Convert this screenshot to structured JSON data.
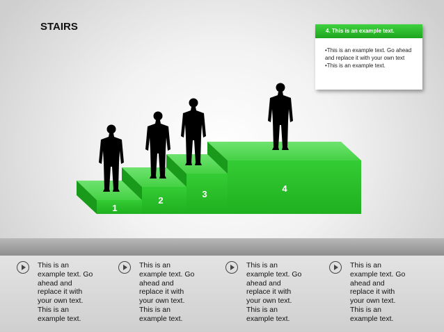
{
  "title": "STAIRS",
  "callout": {
    "heading": "4.  This is an example text.",
    "line1": "•This is an example text. Go ahead and replace it with your own text",
    "line2": "•This is an example text."
  },
  "steps": [
    "1",
    "2",
    "3",
    "4"
  ],
  "colors": {
    "accent": "#2ecc2e",
    "step_top": "#4fd84f",
    "step_front": "#22bb22"
  },
  "columns": [
    {
      "text": "This is an\nexample text. Go\nahead and\nreplace it with\nyour own text.\nThis is an\nexample text."
    },
    {
      "text": "This is an\nexample text. Go\nahead and\nreplace it with\nyour own text.\nThis is an\nexample text."
    },
    {
      "text": "This is an\nexample text. Go\nahead and\nreplace it with\nyour own text.\nThis is an\nexample text."
    },
    {
      "text": "This is an\nexample text. Go\nahead and\nreplace it with\nyour own text.\nThis is an\nexample text."
    }
  ],
  "icons": [
    "play-circle-icon",
    "person-silhouette-icon"
  ]
}
